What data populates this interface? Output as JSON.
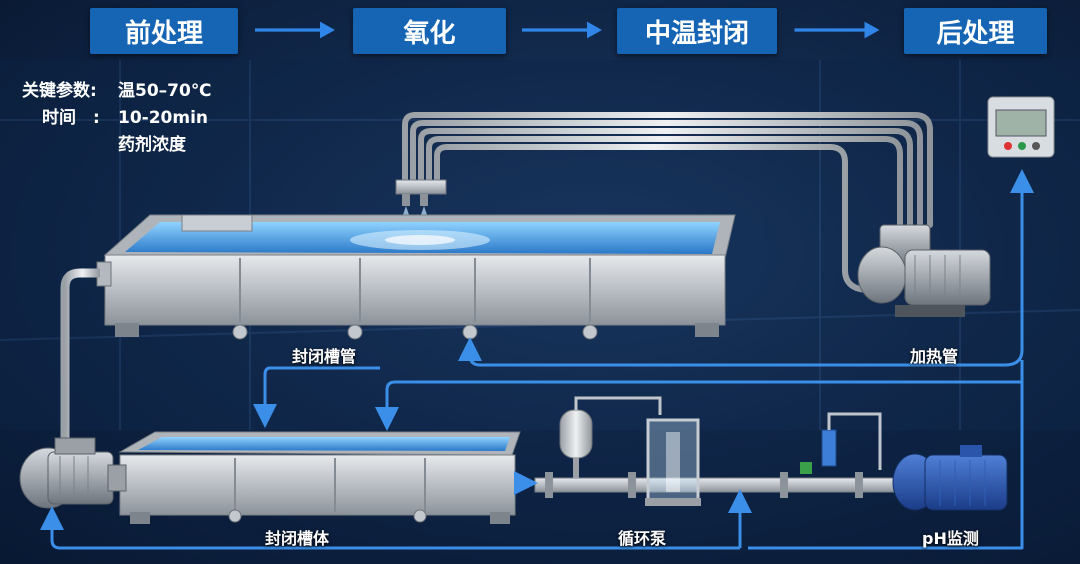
{
  "steps": [
    "前处理",
    "氧化",
    "中温封闭",
    "后处理"
  ],
  "params": {
    "label1": "关键参数:",
    "value1": "温50–70℃",
    "label2": "时间　:",
    "value2": "10-20min",
    "value3": "药剂浓度"
  },
  "labels": {
    "seal_tank_top": "封闭槽管",
    "heater": "加热管",
    "seal_tank_body": "封闭槽体",
    "circulation_pump": "循环泵",
    "ph_monitor": "pH监测"
  },
  "colors": {
    "accent": "#1565b4",
    "flow": "#3b8fe8",
    "steel": "#c9ced4"
  },
  "icons": [
    "steel-tank",
    "pump-motor",
    "filter-cartridge",
    "pressure-vessel",
    "control-panel"
  ]
}
